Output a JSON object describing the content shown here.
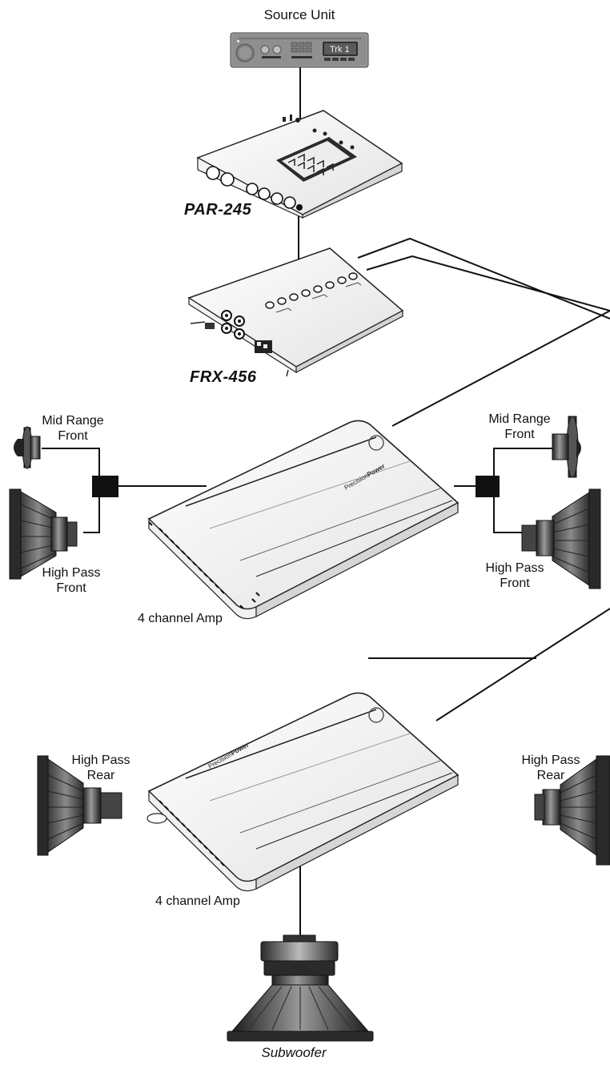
{
  "source_unit": {
    "label": "Source Unit",
    "display": "Trk 1"
  },
  "eq": {
    "model": "PAR-245"
  },
  "crossover": {
    "model": "FRX-456"
  },
  "amp_front": {
    "label": "4 channel Amp",
    "brand_a": "Precision",
    "brand_b": "Power"
  },
  "amp_rear": {
    "label": "4 channel Amp",
    "brand_a": "Precision",
    "brand_b": "Power"
  },
  "speakers": {
    "mid_left": {
      "line1": "Mid Range",
      "line2": "Front"
    },
    "mid_right": {
      "line1": "Mid Range",
      "line2": "Front"
    },
    "hp_front_left": {
      "line1": "High Pass",
      "line2": "Front"
    },
    "hp_front_right": {
      "line1": "High Pass",
      "line2": "Front"
    },
    "hp_rear_left": {
      "line1": "High Pass",
      "line2": "Rear"
    },
    "hp_rear_right": {
      "line1": "High Pass",
      "line2": "Rear"
    },
    "subwoofer": {
      "label": "Subwoofer"
    }
  }
}
